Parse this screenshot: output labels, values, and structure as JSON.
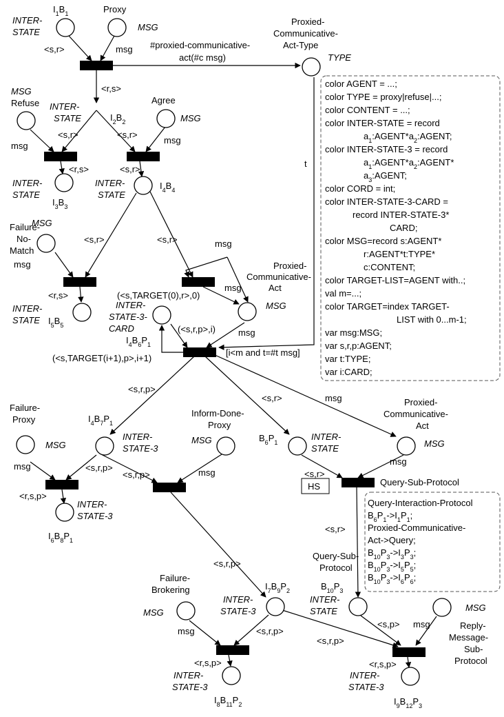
{
  "places": [
    {
      "id": "i1b1",
      "label": "I1B1",
      "type": "INTER-STATE"
    },
    {
      "id": "proxy",
      "label": "Proxy",
      "type": "MSG"
    },
    {
      "id": "proxiedType",
      "label": "Proxied-Communicative-Act-Type",
      "type": "TYPE"
    },
    {
      "id": "refuse",
      "label": "Refuse",
      "type": "MSG"
    },
    {
      "id": "i2b2",
      "label": "I2B2",
      "type": "INTER-STATE"
    },
    {
      "id": "agree",
      "label": "Agree",
      "type": "MSG"
    },
    {
      "id": "i3b3",
      "label": "I3B3",
      "type": "INTER-STATE"
    },
    {
      "id": "i4b4",
      "label": "I4B4",
      "type": "INTER-STATE"
    },
    {
      "id": "failureNoMatch",
      "label": "Failure-No-Match",
      "type": "MSG"
    },
    {
      "id": "i5b5",
      "label": "I5B5",
      "type": "INTER-STATE"
    },
    {
      "id": "i4b6p1",
      "label": "I4B6P1",
      "type": "INTER-STATE-3-CARD"
    },
    {
      "id": "proxiedAct1",
      "label": "Proxied-Communicative-Act",
      "type": "MSG"
    },
    {
      "id": "failureProxy",
      "label": "Failure-Proxy",
      "type": "MSG"
    },
    {
      "id": "i4b7p1",
      "label": "I4B7P1",
      "type": "INTER-STATE-3"
    },
    {
      "id": "informDone",
      "label": "Inform-Done-Proxy",
      "type": "MSG"
    },
    {
      "id": "b6p1",
      "label": "B6P1",
      "type": "INTER-STATE"
    },
    {
      "id": "proxiedAct2",
      "label": "Proxied-Communicative-Act",
      "type": "MSG"
    },
    {
      "id": "i6b8p1",
      "label": "I6B8P1",
      "type": "INTER-STATE-3"
    },
    {
      "id": "failureBrokering",
      "label": "Failure-Brokering",
      "type": "MSG"
    },
    {
      "id": "i7b9p2",
      "label": "I7B9P2",
      "type": "INTER-STATE-3"
    },
    {
      "id": "b10p3",
      "label": "B10P3",
      "type": "INTER-STATE"
    },
    {
      "id": "reply",
      "label": "Reply-Message-Sub-Protocol",
      "type": "MSG"
    },
    {
      "id": "i8b11p2",
      "label": "I8B11P2",
      "type": "INTER-STATE-3"
    },
    {
      "id": "i9b12p3",
      "label": "I9B12P3",
      "type": "INTER-STATE-3"
    }
  ],
  "arcs": {
    "sr": "<s,r>",
    "rs": "<r,s>",
    "msg": "msg",
    "srp": "<s,r,p>",
    "rsp": "<r,s,p>",
    "sp": "<s,p>",
    "t": "t",
    "srpi": "(<s,r,p>,i)",
    "target0": "(<s,TARGET(0),r>,0)",
    "targetI1": "(<s,TARGET(i+1),p>,i+1)",
    "proxiedActArc": "#proxied-communicative-act(#c msg)"
  },
  "guard": "[i<m and t=#t msg]",
  "hs": "HS",
  "querySubProtocol": "Query-Sub-Protocol",
  "querySubProtocol2": "Query-Sub-Protocol",
  "declarations": [
    "color AGENT = ...;",
    "color TYPE = proxy|refuse|...;",
    "color CONTENT = ...;",
    "color INTER-STATE = record",
    "a1:AGENT*a2:AGENT;",
    "color INTER-STATE-3 = record",
    "a1:AGENT*a2:AGENT*",
    "a3:AGENT;",
    "color CORD = int;",
    "color INTER-STATE-3-CARD =",
    "record INTER-STATE-3*",
    "CARD;",
    "color MSG=record s:AGENT*",
    "r:AGENT*t:TYPE*",
    "c:CONTENT;",
    "color TARGET-LIST=AGENT with..;",
    "val m=...;",
    "color TARGET=index TARGET-",
    "LIST with 0...m-1;",
    "var msg:MSG;",
    "var s,r,p:AGENT;",
    "var t:TYPE;",
    "var i:CARD;"
  ],
  "mapping": [
    "Query-Interaction-Protocol",
    "B6P1->I1P1;",
    "Proxied-Communicative-",
    "Act->Query;",
    "B10P3->I3P3;",
    "B10P3->I5P5;",
    "B10P3->I6P6;"
  ]
}
